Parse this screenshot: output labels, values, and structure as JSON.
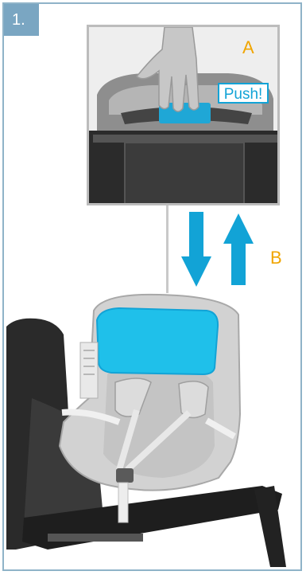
{
  "step": {
    "number": "1."
  },
  "labels": {
    "a": "A",
    "b": "B",
    "push": "Push!"
  },
  "colors": {
    "accent_blue": "#12a3d6",
    "label_orange": "#f0a500",
    "frame_blue": "#8fb3c8"
  },
  "icons": {
    "down": "arrow-down-icon",
    "up": "arrow-up-icon"
  }
}
